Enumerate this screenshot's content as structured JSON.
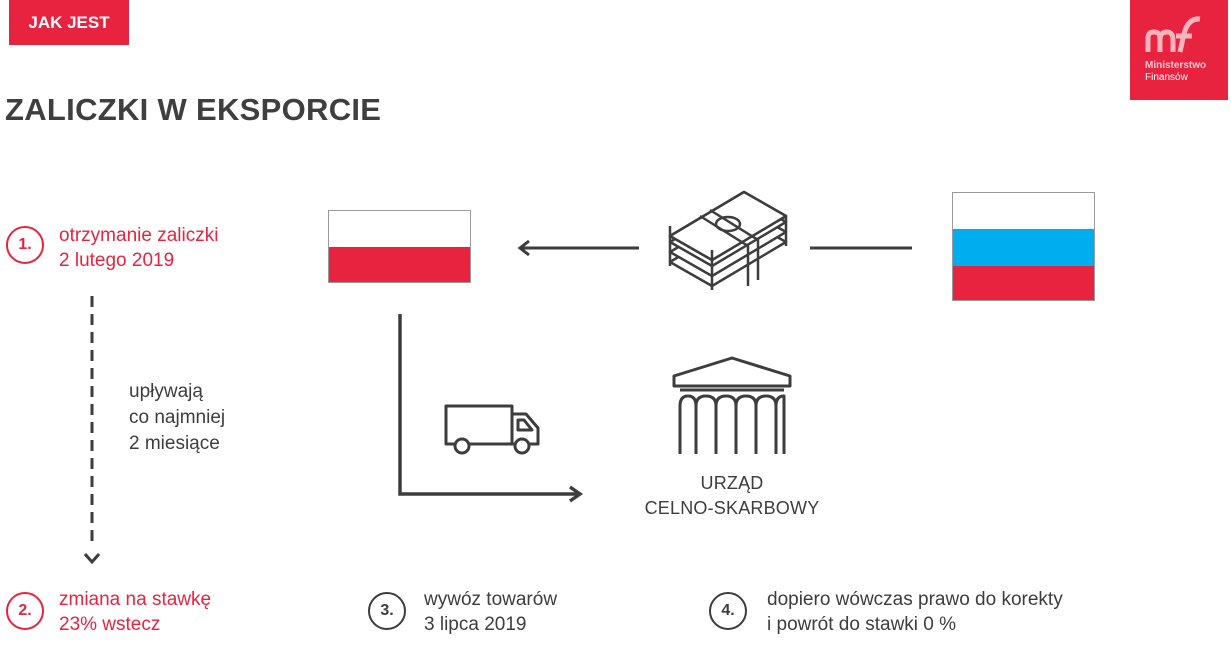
{
  "header": {
    "tag": "JAK JEST",
    "title": "ZALICZKI W EKSPORCIE"
  },
  "logo": {
    "line1": "Ministerstwo",
    "line2": "Finansów"
  },
  "steps": [
    {
      "number": "1.",
      "line1": "otrzymanie zaliczki",
      "line2": "2 lutego 2019"
    },
    {
      "number": "2.",
      "line1": "zmiana na stawkę",
      "line2": "23% wstecz"
    },
    {
      "number": "3.",
      "line1": "wywóz towarów",
      "line2": "3 lipca 2019"
    },
    {
      "number": "4.",
      "line1": "dopiero wówczas prawo do korekty",
      "line2": "i powrót do stawki 0 %"
    }
  ],
  "interval": {
    "line1": "upływają",
    "line2": "co najmniej",
    "line3": "2 miesiące"
  },
  "office": {
    "line1": "URZĄD",
    "line2": "CELNO-SKARBOWY"
  },
  "colors": {
    "accent": "#e8233f",
    "text": "#3d3d3d",
    "blue": "#00adef"
  },
  "icons": [
    "money-stack-icon",
    "truck-icon",
    "customs-building-icon",
    "poland-flag",
    "russia-flag",
    "ministry-logo"
  ]
}
